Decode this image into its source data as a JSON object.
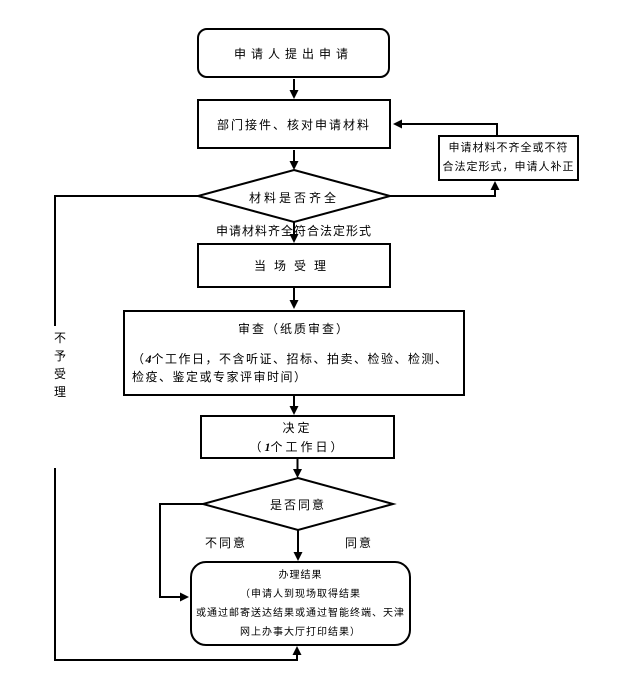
{
  "flowchart": {
    "nodes": {
      "start": {
        "label": "申请人提出申请"
      },
      "receive": {
        "label": "部门接件、核对申请材料"
      },
      "correction": {
        "lines": [
          "申请材料不齐全或不符",
          "合法定形式，申请人补正"
        ]
      },
      "material_check": {
        "label": "材料是否齐全"
      },
      "accept": {
        "label": "当场受理"
      },
      "review": {
        "title": "审查（纸质审查）",
        "note_open": "（",
        "note_days": "4",
        "note_rest": "个工作日，不含听证、招标、拍卖、检验、检测、检疫、鉴定或专家评审时间）"
      },
      "decision": {
        "title": "决定",
        "note_open": "（",
        "note_days": "1",
        "note_rest": "个工作日）"
      },
      "agree_check": {
        "label": "是否同意"
      },
      "result": {
        "lines": [
          "办理结果",
          "（申请人到现场取得结果",
          "或通过邮寄送达结果或通过智能终端、天津",
          "网上办事大厅打印结果）"
        ]
      }
    },
    "labels": {
      "qualified": "申请材料齐全符合法定形式",
      "disagree": "不同意",
      "agree": "同意",
      "reject": "不予受理"
    },
    "colors": {
      "line": "#000000",
      "background": "#ffffff"
    }
  }
}
